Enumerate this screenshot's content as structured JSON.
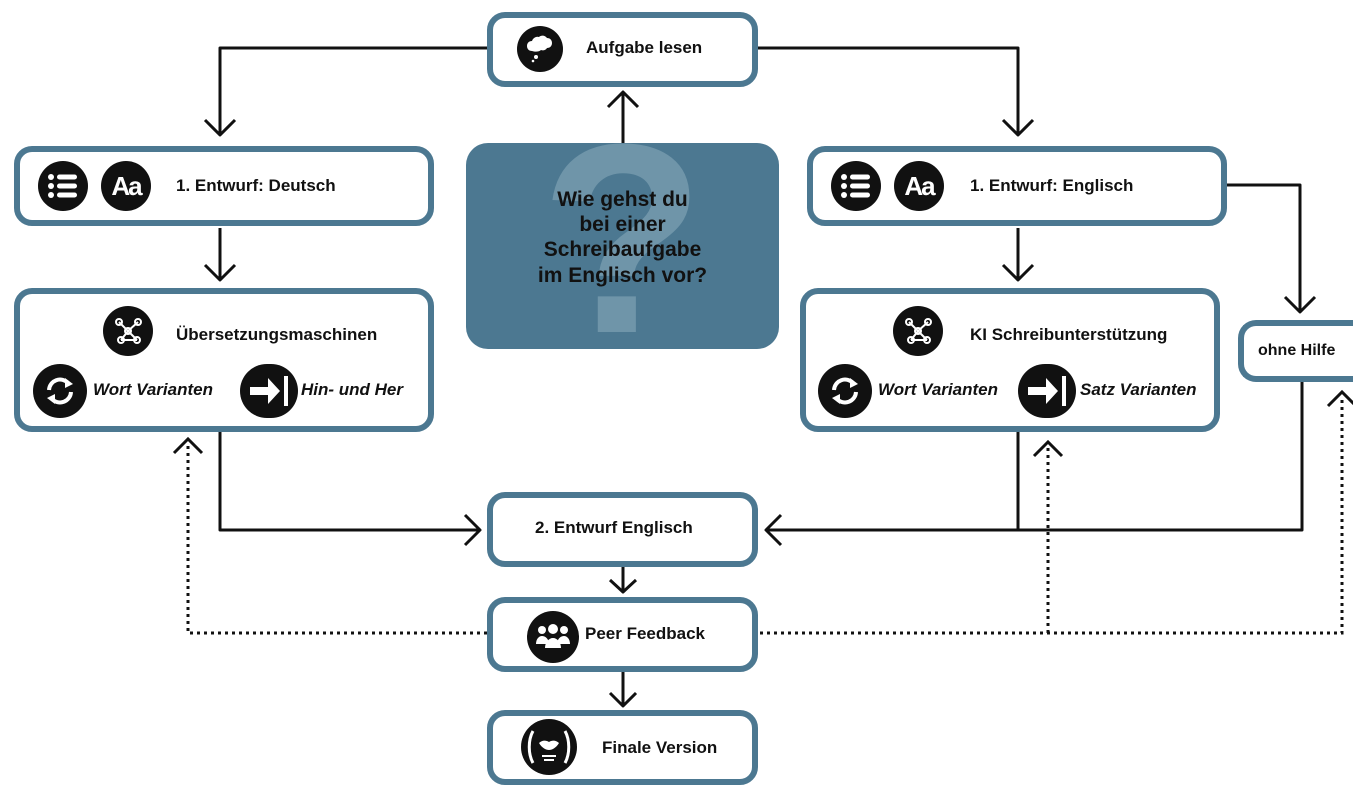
{
  "nodes": {
    "read_task": "Aufgabe lesen",
    "draft_german": "1. Entwurf: Deutsch",
    "draft_english": "1. Entwurf: Englisch",
    "translation_machines": "Übersetzungsmaschinen",
    "ai_writing_support": "KI Schreibunterstützung",
    "no_help": "ohne Hilfe",
    "second_draft": "2. Entwurf Englisch",
    "peer_feedback": "Peer Feedback",
    "final_version": "Finale Version"
  },
  "sub_labels": {
    "left_word_variants": "Wort Varianten",
    "left_back_forth": "Hin- und Her",
    "right_word_variants": "Wort Varianten",
    "right_sentence_variants": "Satz Varianten"
  },
  "center_question": {
    "mark": "?",
    "line1": "Wie gehst du",
    "line2": "bei einer",
    "line3": "Schreibaufgabe",
    "line4": "im Englisch vor?"
  },
  "colors": {
    "box_border": "#4c7891",
    "center_fill": "#4c7891",
    "icon_fill": "#111111"
  },
  "icons": [
    "thought-cloud-icon",
    "list-icon",
    "text-aa-icon",
    "network-graph-icon",
    "refresh-icon",
    "swap-arrows-icon",
    "group-icon",
    "speaking-mouth-icon"
  ]
}
